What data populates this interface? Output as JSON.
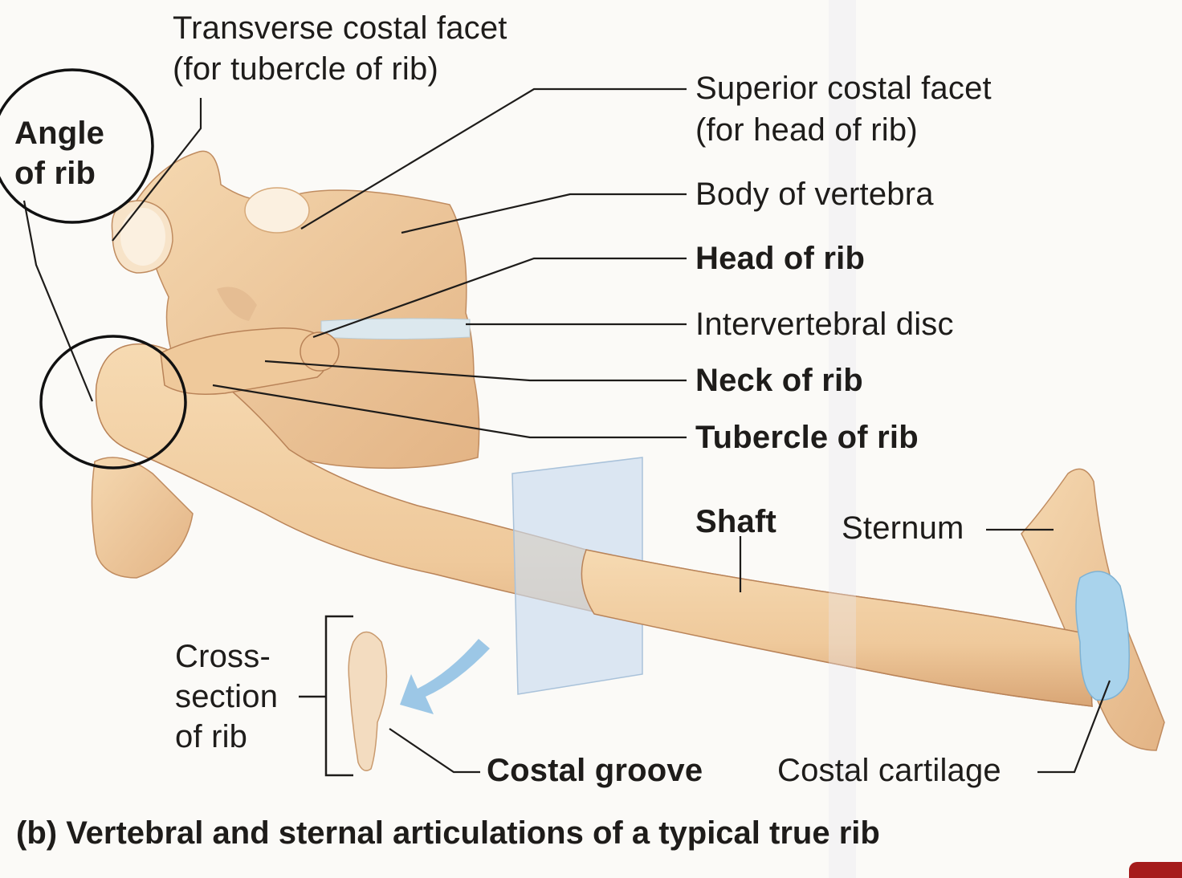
{
  "labels": {
    "transverse_costal_facet": "Transverse costal facet",
    "transverse_costal_facet_note": "(for tubercle of rib)",
    "angle_of_rib_line1": "Angle",
    "angle_of_rib_line2": "of rib",
    "superior_costal_facet": "Superior costal facet",
    "superior_costal_facet_note": "(for head of rib)",
    "body_of_vertebra": "Body of vertebra",
    "head_of_rib": "Head of rib",
    "intervertebral_disc": "Intervertebral disc",
    "neck_of_rib": "Neck of rib",
    "tubercle_of_rib": "Tubercle of rib",
    "shaft": "Shaft",
    "sternum": "Sternum",
    "cross_section_line1": "Cross-",
    "cross_section_line2": "section",
    "cross_section_line3": "of rib",
    "costal_groove": "Costal groove",
    "costal_cartilage": "Costal cartilage"
  },
  "caption": "(b) Vertebral and sternal articulations of a typical true rib",
  "colors": {
    "background": "#fbfaf7",
    "bone_fill": "#f1cfa4",
    "bone_shadow": "#d9a676",
    "bone_outline": "#b98358",
    "cartilage": "#a9d3ec",
    "disc": "#dce8ee",
    "cross_section_plane": "#c9dcef",
    "arrow": "#9cc7e6",
    "leader_line": "#1e1c1a",
    "annotation_circle": "#111111",
    "corner_tab": "#a51c1c"
  }
}
